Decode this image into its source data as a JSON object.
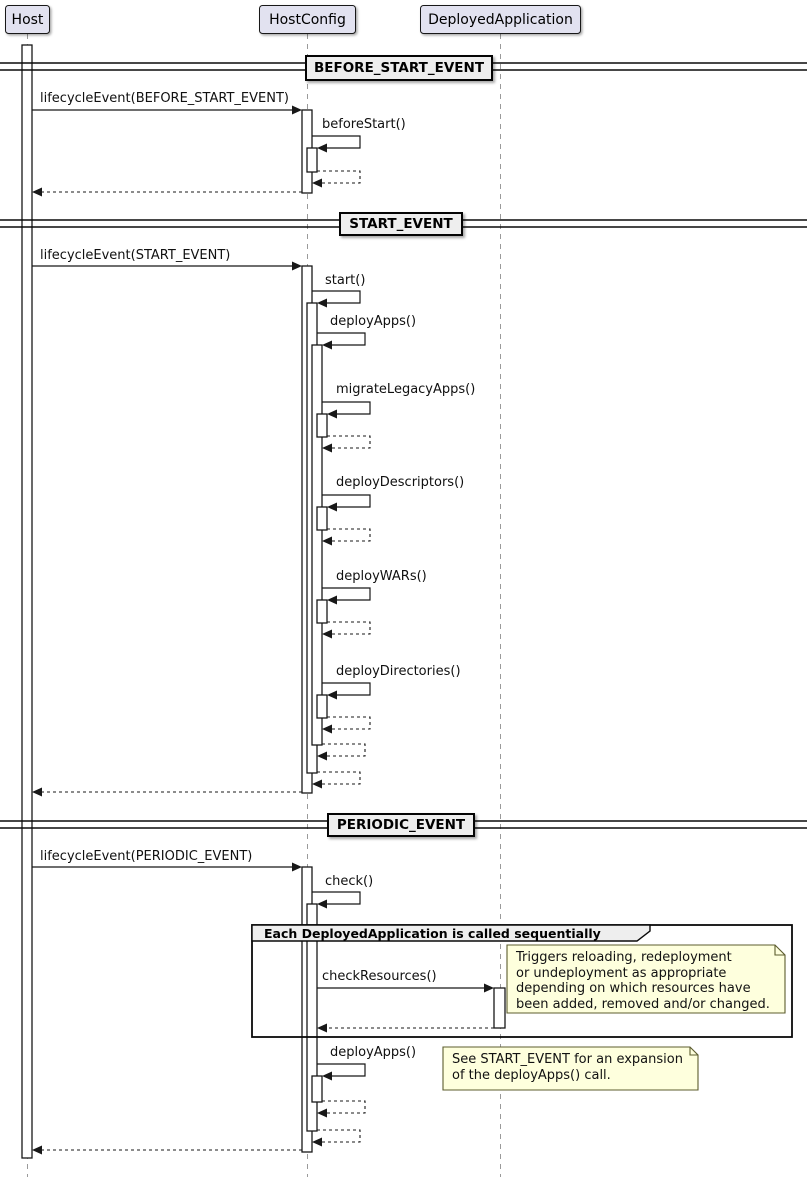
{
  "participants": [
    {
      "label": "Host"
    },
    {
      "label": "HostConfig"
    },
    {
      "label": "DeployedApplication"
    }
  ],
  "dividers": [
    {
      "label": "BEFORE_START_EVENT"
    },
    {
      "label": "START_EVENT"
    },
    {
      "label": "PERIODIC_EVENT"
    }
  ],
  "messages": {
    "lifecycle_before_start": "lifecycleEvent(BEFORE_START_EVENT)",
    "before_start": "beforeStart()",
    "lifecycle_start": "lifecycleEvent(START_EVENT)",
    "start": "start()",
    "deploy_apps_1": "deployApps()",
    "migrate_legacy_apps": "migrateLegacyApps()",
    "deploy_descriptors": "deployDescriptors()",
    "deploy_wars": "deployWARs()",
    "deploy_directories": "deployDirectories()",
    "lifecycle_periodic": "lifecycleEvent(PERIODIC_EVENT)",
    "check": "check()",
    "check_resources": "checkResources()",
    "deploy_apps_2": "deployApps()"
  },
  "group": {
    "label": "Each DeployedApplication is called sequentially"
  },
  "notes": [
    {
      "lines": [
        "Triggers reloading, redeployment",
        "or undeployment as appropriate",
        "depending on which resources have",
        "been added, removed and/or changed."
      ]
    },
    {
      "lines": [
        "See START_EVENT for an expansion",
        "of the deployApps() call."
      ]
    }
  ],
  "colors": {
    "participant_fill": "#E2E2F0",
    "participant_border": "#181818",
    "divider_fill": "#EEEEEE",
    "note_fill": "#FEFFDD",
    "note_border": "#5C5C2E",
    "line": "#181818",
    "lifeline": "#9A9A9A"
  }
}
